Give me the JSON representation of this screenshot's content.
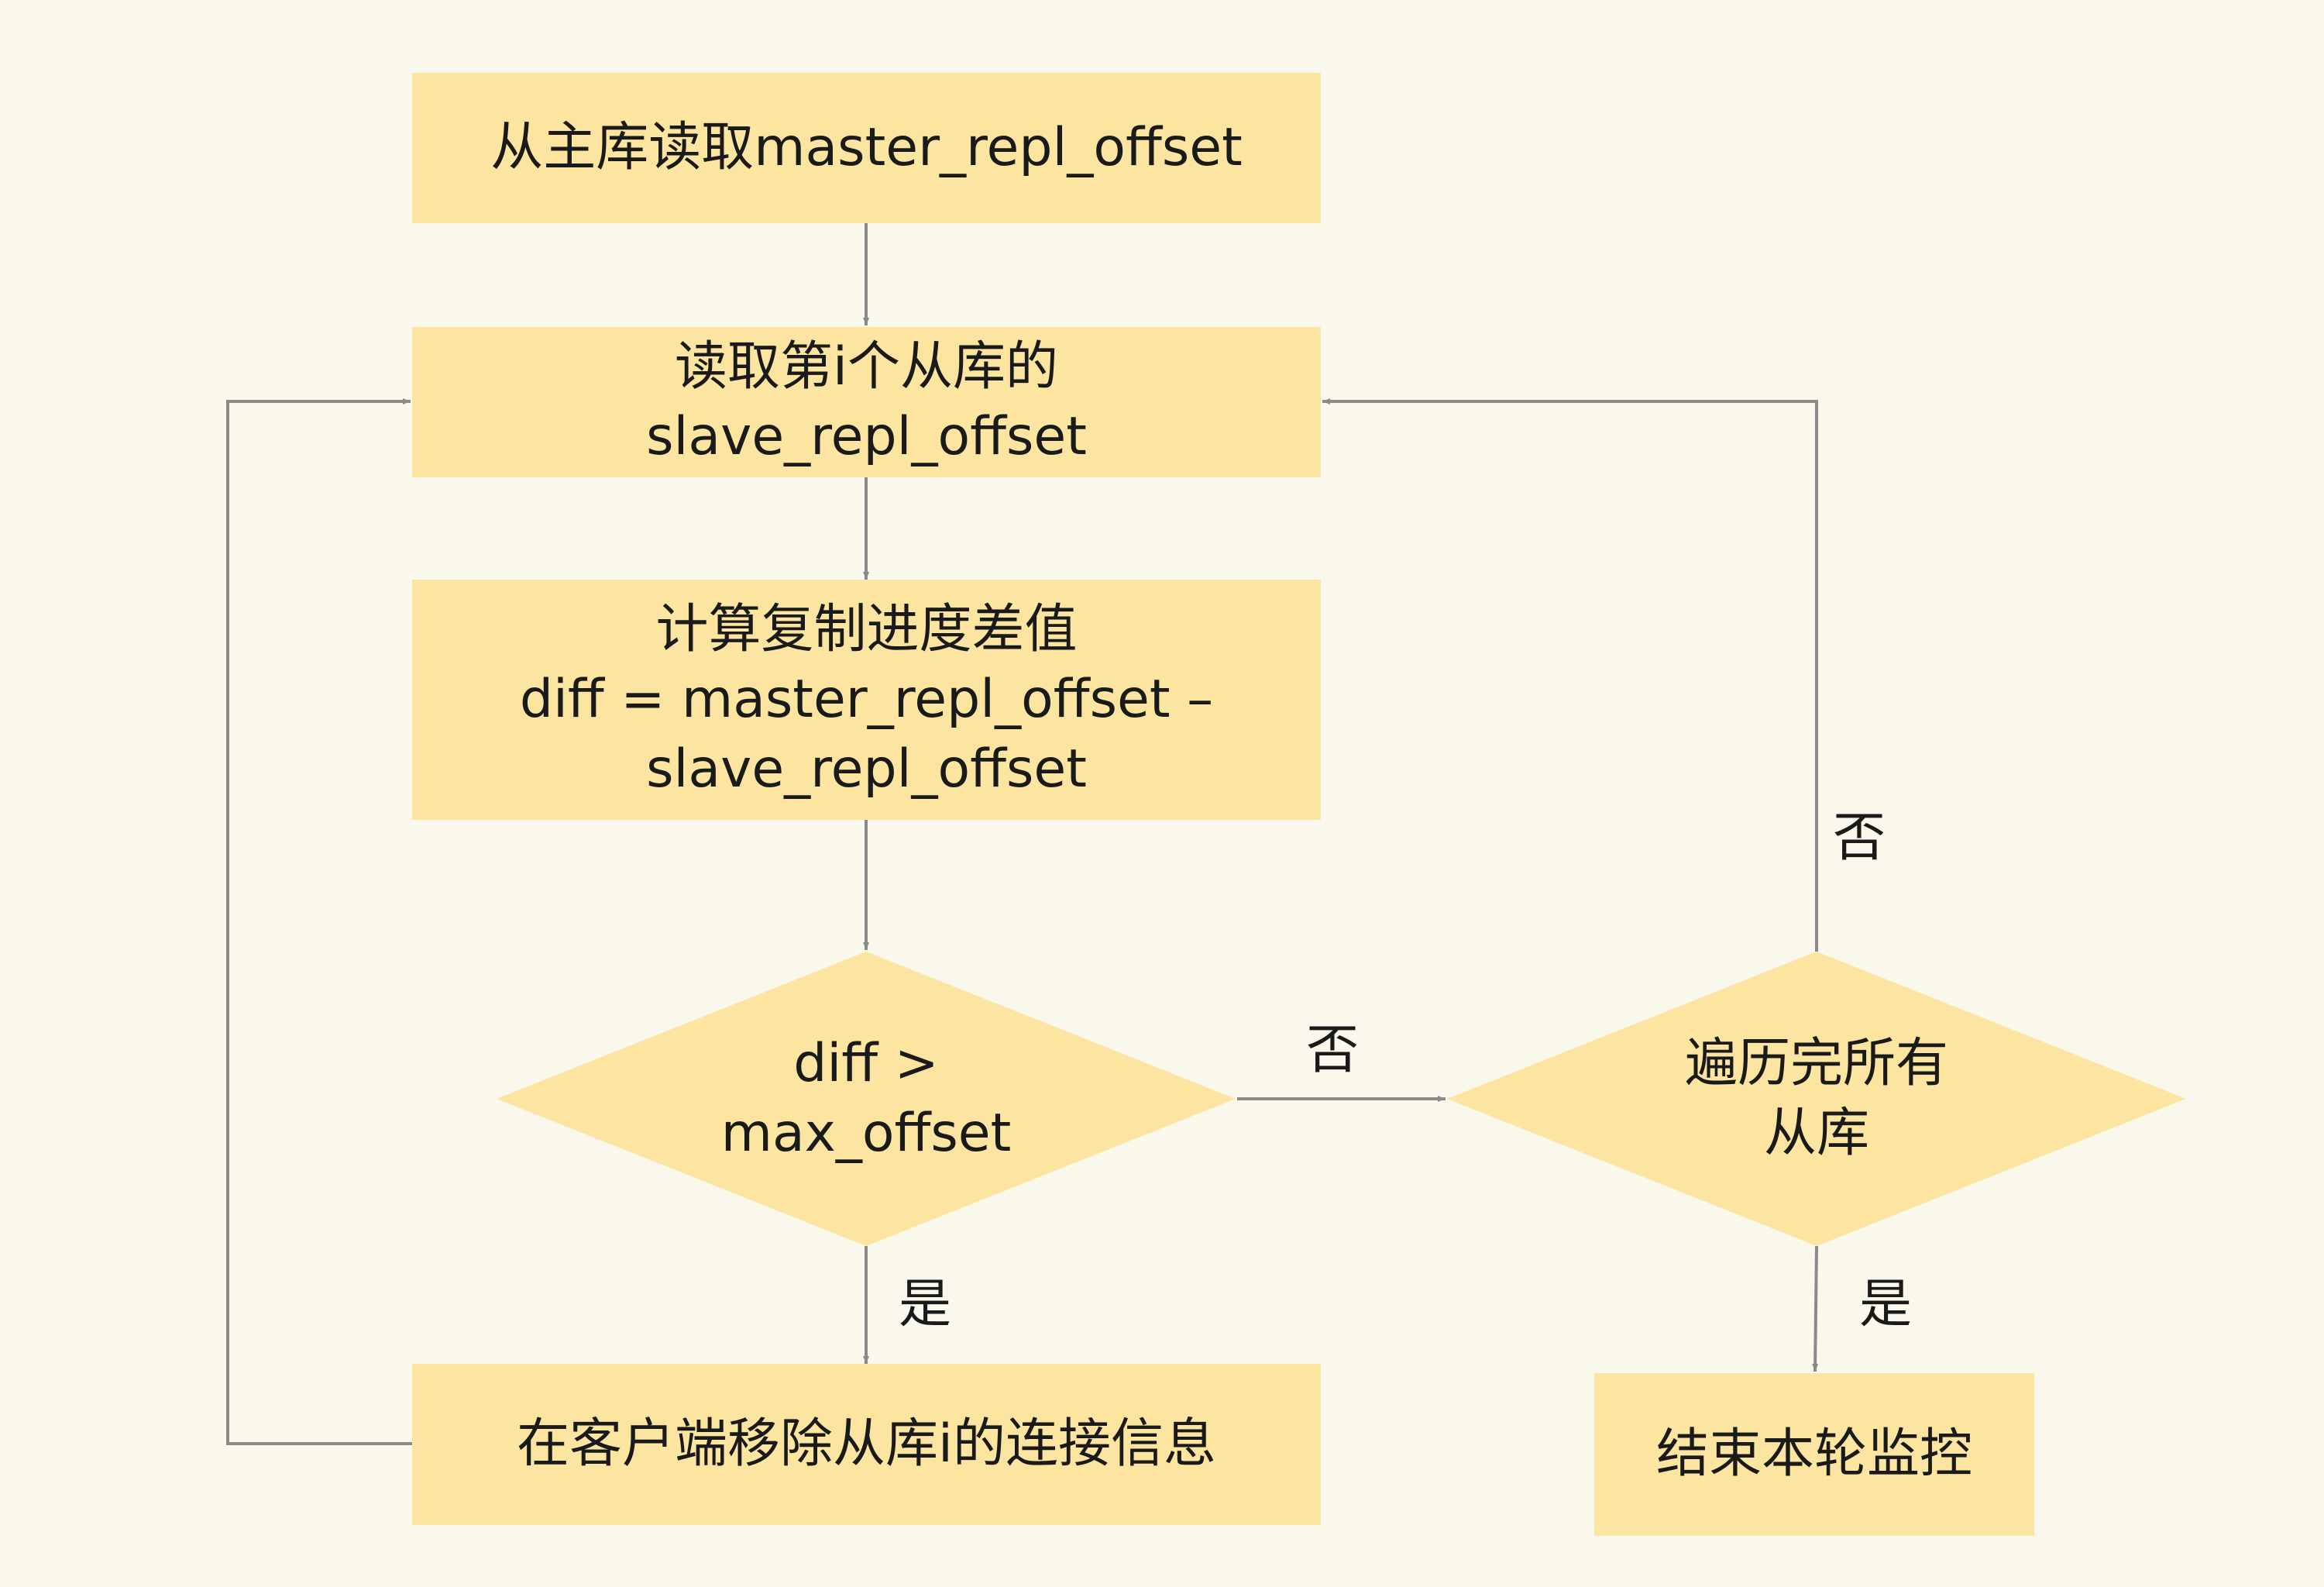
{
  "nodes": {
    "read_master": {
      "lines": [
        "从主库读取master_repl_offset"
      ]
    },
    "read_slave": {
      "lines": [
        "读取第i个从库的",
        "slave_repl_offset"
      ]
    },
    "compute_diff": {
      "lines": [
        "计算复制进度差值",
        "diff = master_repl_offset –",
        "slave_repl_offset"
      ]
    },
    "check_diff": {
      "lines": [
        "diff >",
        "max_offset"
      ]
    },
    "check_all": {
      "lines": [
        "遍历完所有",
        "从库"
      ]
    },
    "remove_slave": {
      "lines": [
        "在客户端移除从库i的连接信息"
      ]
    },
    "end_round": {
      "lines": [
        "结束本轮监控"
      ]
    }
  },
  "edge_labels": {
    "diff_no": "否",
    "diff_yes": "是",
    "all_no": "否",
    "all_yes": "是"
  },
  "colors": {
    "background": "#faf8ed",
    "node_fill": "#fce5a0",
    "connector": "#8a8a8a"
  }
}
